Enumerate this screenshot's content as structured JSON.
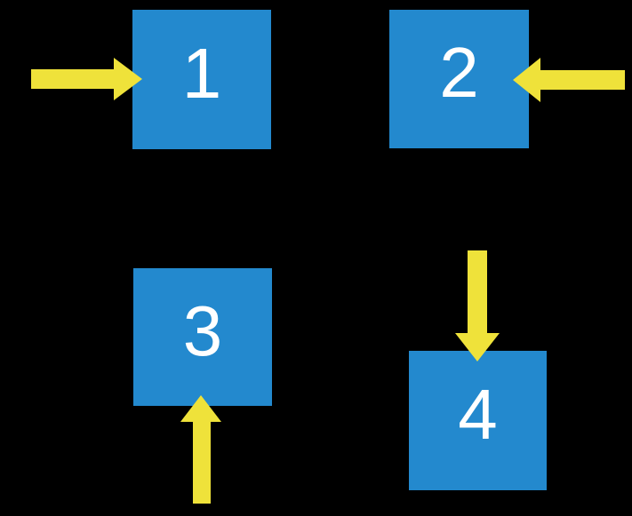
{
  "colors": {
    "background": "#000000",
    "square": "#2389CE",
    "arrow": "#EFE23A",
    "label": "#FFFFFF"
  },
  "squares": [
    {
      "label": "1"
    },
    {
      "label": "2"
    },
    {
      "label": "3"
    },
    {
      "label": "4"
    }
  ],
  "arrows": [
    {
      "name": "arrow-right-icon",
      "direction": "right",
      "points_at": "1"
    },
    {
      "name": "arrow-left-icon",
      "direction": "left",
      "points_at": "2"
    },
    {
      "name": "arrow-up-icon",
      "direction": "up",
      "points_at": "3"
    },
    {
      "name": "arrow-down-icon",
      "direction": "down",
      "points_at": "4"
    }
  ]
}
